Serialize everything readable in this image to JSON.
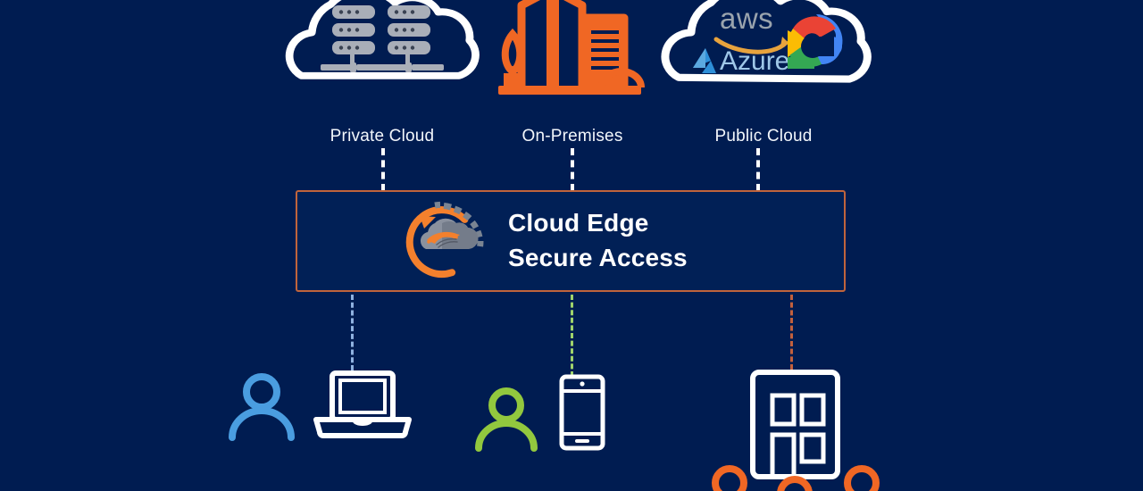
{
  "diagram": {
    "title": "Cloud Edge Secure Access",
    "background_color": "#001c51",
    "type": "network-architecture-diagram"
  },
  "theme": {
    "background": "#001c51",
    "accent_orange": "#f06724",
    "border_orange": "#c0643c",
    "white": "#ffffff",
    "user_blue": "#4a9de0",
    "user_green": "#92c83e",
    "user_orange": "#f06724",
    "server_gray": "#a9aeb8",
    "cloud_gray": "#7a8190"
  },
  "top_tier": {
    "nodes": [
      {
        "id": "private-cloud",
        "label": "Private Cloud",
        "icon": "cloud-with-server-racks-icon",
        "outline_color": "#ffffff",
        "detail_color": "#a9aeb8",
        "connector_color": "#ffffff",
        "connector_style": "dashed"
      },
      {
        "id": "on-premises",
        "label": "On-Premises",
        "icon": "city-buildings-icon",
        "outline_color": "#f06724",
        "connector_color": "#ffffff",
        "connector_style": "dashed"
      },
      {
        "id": "public-cloud",
        "label": "Public Cloud",
        "icon": "cloud-with-provider-logos-icon",
        "outline_color": "#ffffff",
        "connector_color": "#ffffff",
        "connector_style": "dashed",
        "providers": [
          {
            "name": "aws",
            "wordmark": "aws",
            "color": "#9aa3ad",
            "swoosh_color": "#e8a33d"
          },
          {
            "name": "Azure",
            "wordmark": "Azure",
            "color": "#9fc7e8",
            "mark_color": "#2e8fd8"
          },
          {
            "name": "Google Cloud",
            "wordmark": "",
            "colors": [
              "#ea4335",
              "#fbbc04",
              "#34a853",
              "#4285f4"
            ]
          }
        ]
      }
    ]
  },
  "hub": {
    "title_line_1": "Cloud Edge",
    "title_line_2": "Secure Access",
    "logo_name": "cloud-edge-secure-access-logo",
    "logo_description": "orange circular arrow around gray cloud with orange swoosh",
    "border_color": "#c0643c",
    "text_color": "#ffffff"
  },
  "bottom_tier": {
    "nodes": [
      {
        "id": "remote-user-laptop",
        "person_icon": "person-icon",
        "person_color": "#4a9de0",
        "device_icon": "laptop-icon",
        "device_color": "#ffffff",
        "connector_color": "#8fb2e0",
        "connector_style": "dashed",
        "label": ""
      },
      {
        "id": "mobile-user-phone",
        "person_icon": "person-icon",
        "person_color": "#92c83e",
        "device_icon": "smartphone-icon",
        "device_color": "#ffffff",
        "connector_color": "#9fd36b",
        "connector_style": "dashed",
        "label": ""
      },
      {
        "id": "branch-office",
        "person_icon": "person-group-icon",
        "person_color": "#f06724",
        "device_icon": "office-building-icon",
        "device_color": "#ffffff",
        "connector_color": "#c2603d",
        "connector_style": "dashed",
        "label": "",
        "person_count": 3
      }
    ]
  }
}
